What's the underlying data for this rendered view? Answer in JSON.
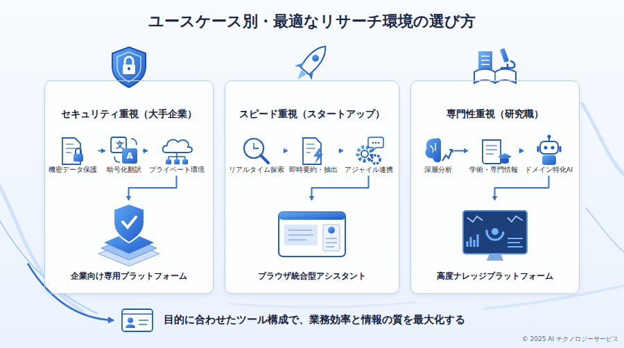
{
  "diagram": {
    "title": "ユースケース別・最適なリサーチ環境の選び方",
    "caption": "目的に合わせたツール構成で、業務効率と情報の質を最大化する",
    "nodes": [
      {
        "text": [
          "セキュリティ重視（大手企業）"
        ]
      },
      {
        "text": [
          "機密データ保護"
        ],
        "in": 0
      },
      {
        "text": [
          "暗号化翻訳"
        ],
        "in": 0
      },
      {
        "text": [
          "プライベート環境"
        ],
        "in": 0
      },
      {
        "text": [
          "企業向け専用プラットフォーム"
        ],
        "in": 0
      },
      {
        "text": [
          "スピード重視（スタートアップ）"
        ]
      },
      {
        "text": [
          "リアルタイム探索"
        ],
        "in": 5
      },
      {
        "text": [
          "即時要約・抽出"
        ],
        "in": 5
      },
      {
        "text": [
          "アジャイル連携"
        ],
        "in": 5
      },
      {
        "text": [
          "ブラウザ統合型アシスタント"
        ],
        "in": 5
      },
      {
        "text": [
          "専門性重視（研究職）"
        ]
      },
      {
        "text": [
          "深層分析"
        ],
        "in": 10
      },
      {
        "text": [
          "学術・専門情報"
        ],
        "in": 10
      },
      {
        "text": [
          "ドメイン特化AI"
        ],
        "in": 10
      },
      {
        "text": [
          "高度ナレッジプラットフォーム"
        ],
        "in": 10
      }
    ],
    "edges": [
      {
        "from": 1,
        "to": 2,
        "arrow": "to"
      },
      {
        "from": 2,
        "to": 3,
        "arrow": "to"
      },
      {
        "from": 3,
        "to": 4,
        "arrow": "to"
      },
      {
        "from": 6,
        "to": 7,
        "arrow": "to"
      },
      {
        "from": 7,
        "to": 8,
        "arrow": "to"
      },
      {
        "from": 8,
        "to": 9,
        "arrow": "to"
      },
      {
        "from": 11,
        "to": 12,
        "arrow": "to"
      },
      {
        "from": 12,
        "to": 13,
        "arrow": "to"
      },
      {
        "from": 13,
        "to": 14,
        "arrow": "to"
      }
    ],
    "labels": [
      "文",
      "A",
      "© 2025 AI テクノロジーサービス"
    ]
  }
}
